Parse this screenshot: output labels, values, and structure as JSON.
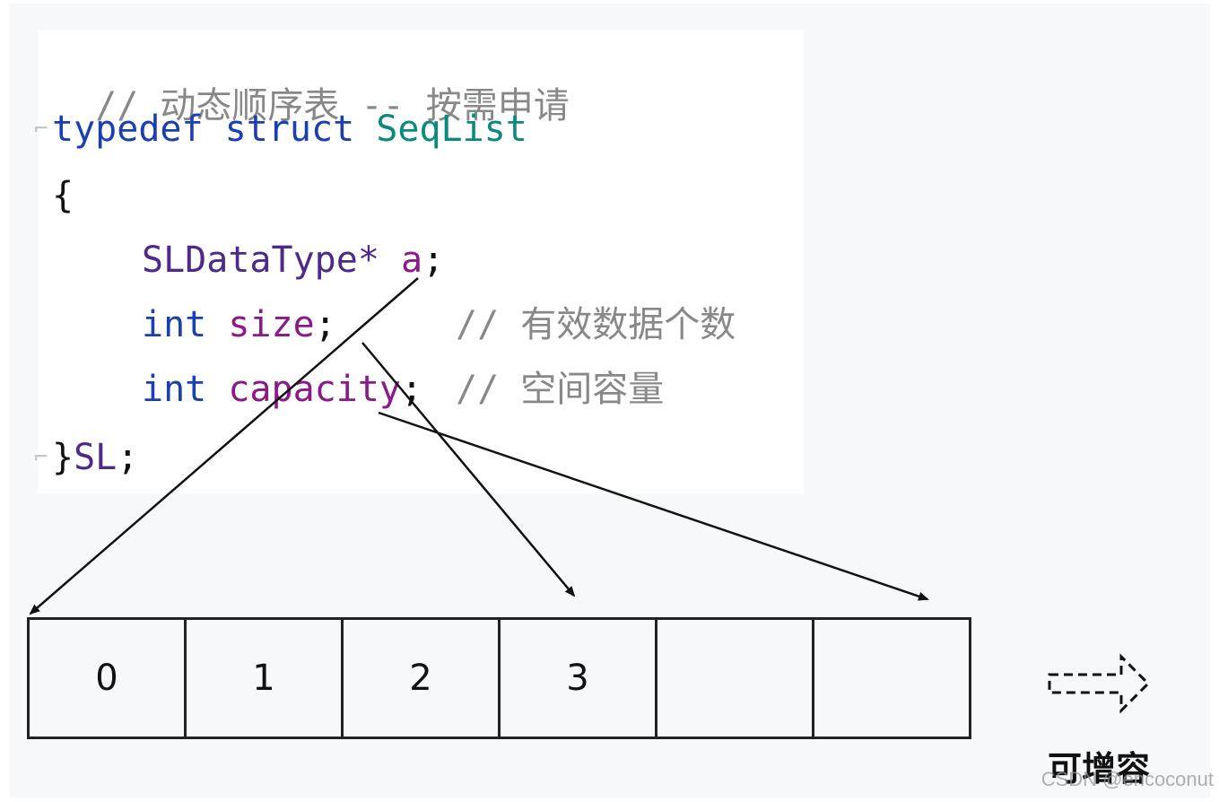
{
  "code": {
    "comment_line": "// 动态顺序表 -- 按需申请",
    "line_typedef": {
      "kw1": "typedef",
      "kw2": "struct",
      "name": "SeqList"
    },
    "open_brace": "{",
    "field_a": {
      "type": "SLDataType*",
      "name": "a",
      "semi": ";"
    },
    "field_size": {
      "type": "int",
      "name": "size",
      "semi": ";",
      "comment": "// 有效数据个数"
    },
    "field_capacity": {
      "type": "int",
      "name": "capacity",
      "semi": ";",
      "comment": "// 空间容量"
    },
    "close": {
      "brace": "}",
      "alias": "SL",
      "semi": ";"
    }
  },
  "array": {
    "cells": [
      "0",
      "1",
      "2",
      "3",
      "",
      ""
    ]
  },
  "expand_label": "可增容",
  "watermark": "CSDN @encoconut",
  "colors": {
    "keyword": "#1a3fb0",
    "type_name": "#0a8a7a",
    "user_type": "#4b2a8c",
    "variable": "#8a1a8a",
    "comment": "#888888",
    "arrow": "#111111"
  }
}
